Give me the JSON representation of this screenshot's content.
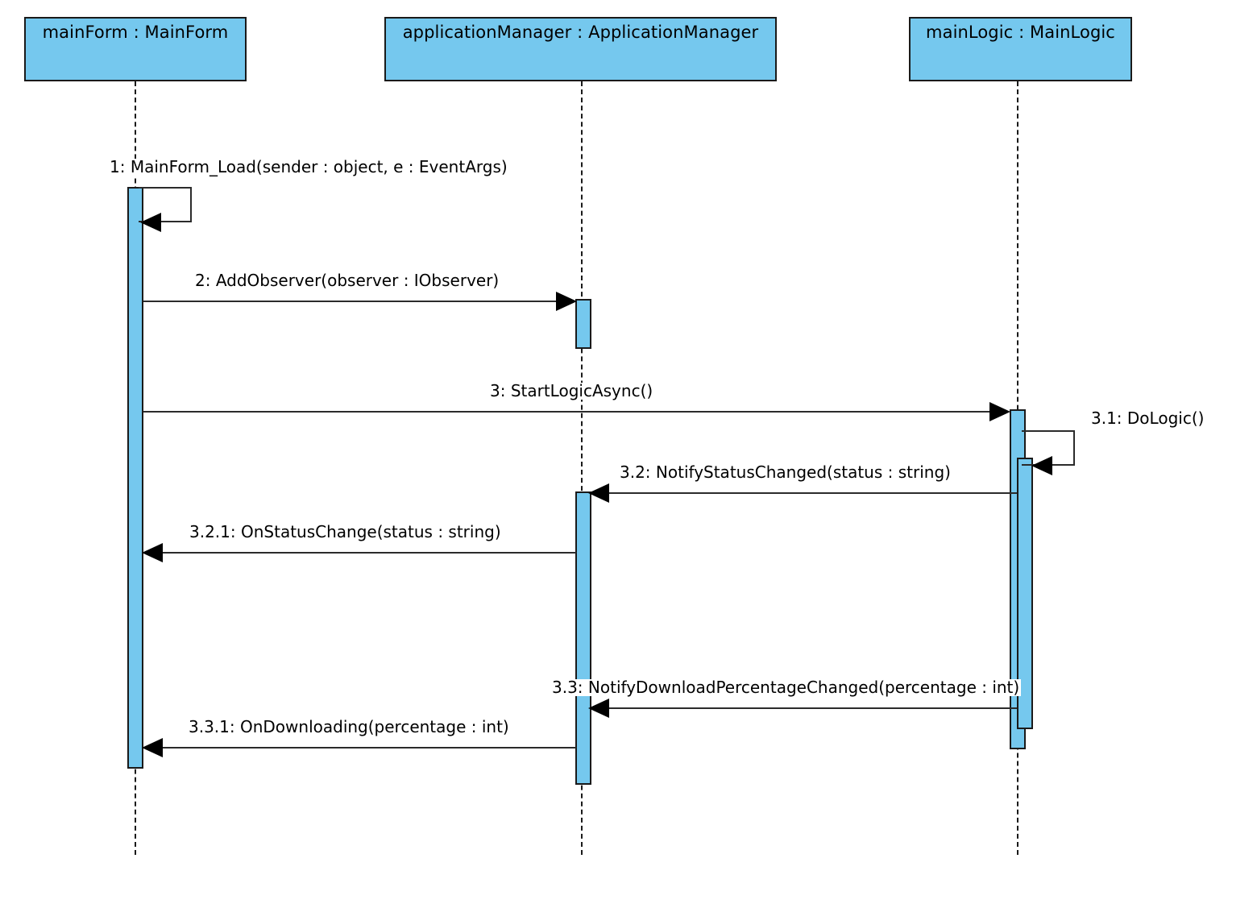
{
  "diagram": {
    "type": "uml-sequence-diagram",
    "background_color": "#ffffff",
    "lifeline_fill_color": "#75c8ee",
    "line_color": "#1a1a1a",
    "text_color": "#000000"
  },
  "lifelines": [
    {
      "id": "mainForm",
      "label": "mainForm : MainForm"
    },
    {
      "id": "applicationManager",
      "label": "applicationManager : ApplicationManager"
    },
    {
      "id": "mainLogic",
      "label": "mainLogic : MainLogic"
    }
  ],
  "messages": [
    {
      "seq": "1",
      "label": "1: MainForm_Load(sender : object, e : EventArgs)",
      "from": "mainForm",
      "to": "mainForm",
      "kind": "self"
    },
    {
      "seq": "2",
      "label": "2: AddObserver(observer : IObserver)",
      "from": "mainForm",
      "to": "applicationManager",
      "kind": "call",
      "direction": "right"
    },
    {
      "seq": "3",
      "label": "3: StartLogicAsync()",
      "from": "mainForm",
      "to": "mainLogic",
      "kind": "call",
      "direction": "right"
    },
    {
      "seq": "3.1",
      "label": "3.1: DoLogic()",
      "from": "mainLogic",
      "to": "mainLogic",
      "kind": "self"
    },
    {
      "seq": "3.2",
      "label": "3.2: NotifyStatusChanged(status : string)",
      "from": "mainLogic",
      "to": "applicationManager",
      "kind": "call",
      "direction": "left"
    },
    {
      "seq": "3.2.1",
      "label": "3.2.1: OnStatusChange(status : string)",
      "from": "applicationManager",
      "to": "mainForm",
      "kind": "call",
      "direction": "left"
    },
    {
      "seq": "3.3",
      "label": "3.3: NotifyDownloadPercentageChanged(percentage : int)",
      "from": "mainLogic",
      "to": "applicationManager",
      "kind": "call",
      "direction": "left"
    },
    {
      "seq": "3.3.1",
      "label": "3.3.1: OnDownloading(percentage : int)",
      "from": "applicationManager",
      "to": "mainForm",
      "kind": "call",
      "direction": "left"
    }
  ]
}
